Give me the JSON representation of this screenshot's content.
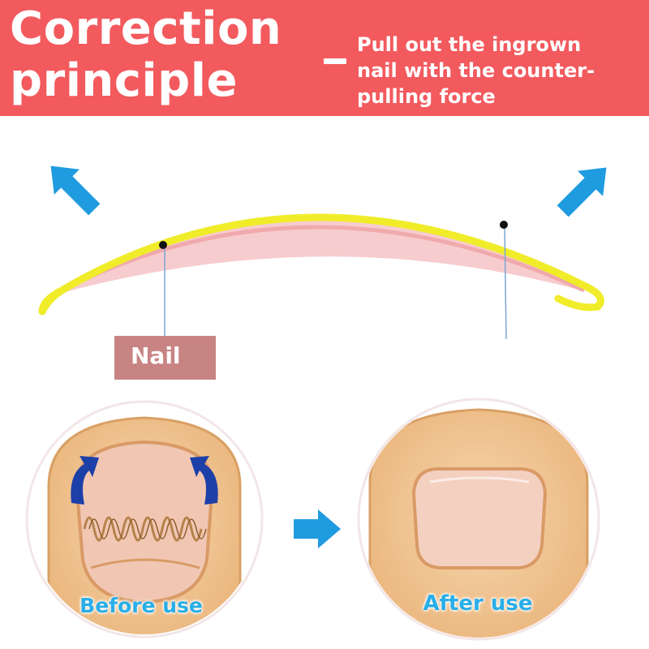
{
  "header": {
    "title_line1": "Correction",
    "title_line2": "principle",
    "subtitle_line1": "Pull out the ingrown",
    "subtitle_line2": "nail with the counter-",
    "subtitle_line3": "pulling force"
  },
  "labels": {
    "nail": "Nail"
  },
  "captions": {
    "before": "Before use",
    "after": "After use"
  },
  "colors": {
    "banner": "#f25a5e",
    "brace": "#f0ec2a",
    "nail_pink": "#f6c7c9",
    "arrow_light_blue": "#1f9be0",
    "arrow_dark_blue": "#1d3fa8",
    "skin": "#efc08a",
    "spring": "#b5824a",
    "caption_blue": "#29aee8"
  },
  "icons": {
    "left_pull_arrow": "arrow-up-left-icon",
    "right_pull_arrow": "arrow-up-right-icon",
    "progress_arrow": "arrow-right-icon"
  }
}
